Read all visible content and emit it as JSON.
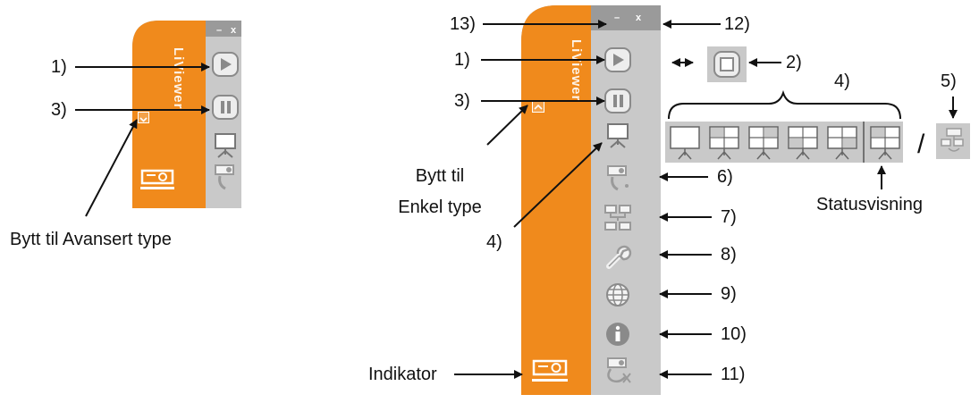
{
  "colors": {
    "orange": "#f08a1c",
    "panel_gray": "#c9c9c9",
    "dark_gray": "#9a9a9a",
    "icon_light": "#e6e6e6"
  },
  "simple_panel": {
    "brand": "LiViewer",
    "minimize": "–",
    "close": "x",
    "labels": {
      "play": "1)",
      "pause": "3)",
      "switch": "Bytt til Avansert type"
    },
    "icons": [
      "play-icon",
      "pause-icon",
      "presentation-icon",
      "projector-control-icon",
      "projector-indicator-icon",
      "expand-icon"
    ]
  },
  "advanced_panel": {
    "brand": "LiViewer",
    "minimize": "–",
    "close": "x",
    "labels": {
      "minimize": "13)",
      "close": "12)",
      "play": "1)",
      "stop": "2)",
      "pause": "3)",
      "split": "4)",
      "split_single": "4)",
      "status_view": "5)",
      "control": "6)",
      "network": "7)",
      "settings": "8)",
      "web": "9)",
      "info": "10)",
      "disconnect": "11)",
      "switch_line1": "Bytt til",
      "switch_line2": "Enkel type",
      "indicator": "Indikator",
      "status": "Statusvisning",
      "slash": "/"
    },
    "icons": [
      "play-icon",
      "pause-icon",
      "presentation-icon",
      "projector-control-icon",
      "network-icon",
      "wrench-icon",
      "globe-icon",
      "info-icon",
      "disconnect-icon",
      "projector-indicator-icon",
      "collapse-icon",
      "stop-icon"
    ]
  }
}
